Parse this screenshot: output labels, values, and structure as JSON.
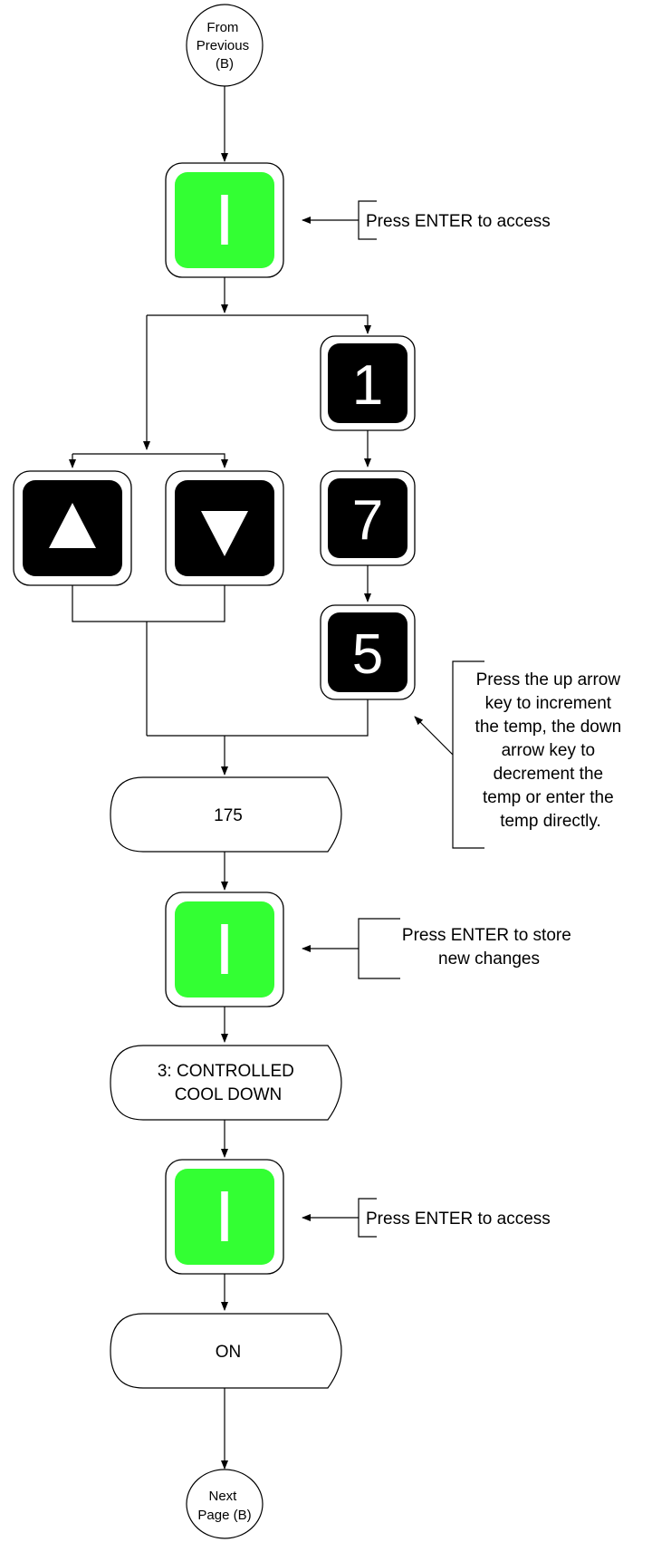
{
  "connectors": {
    "start": [
      "From",
      "Previous",
      "(B)"
    ],
    "end": [
      "Next",
      "Page (B)"
    ]
  },
  "keys": {
    "enter_symbol": "I",
    "digit_1": "1",
    "digit_7": "7",
    "digit_5": "5",
    "up_arrow_icon": "triangle-up-icon",
    "down_arrow_icon": "triangle-down-icon"
  },
  "displays": {
    "temp_value": [
      "175"
    ],
    "mode_label": [
      "3: CONTROLLED",
      "COOL DOWN"
    ],
    "state_value": [
      "ON"
    ]
  },
  "annotations": {
    "access_1": [
      "Press ENTER to access"
    ],
    "arrow_keys_help": [
      "Press the up arrow",
      "key to increment",
      "the temp, the down",
      "arrow key to",
      "decrement the",
      "temp or enter the",
      "temp directly."
    ],
    "store_changes": [
      "Press ENTER to store",
      "new changes"
    ],
    "access_2": [
      "Press ENTER to access"
    ]
  },
  "colors": {
    "enter_key_fill": "#33ff33",
    "key_fill": "#000000",
    "line": "#000000"
  }
}
